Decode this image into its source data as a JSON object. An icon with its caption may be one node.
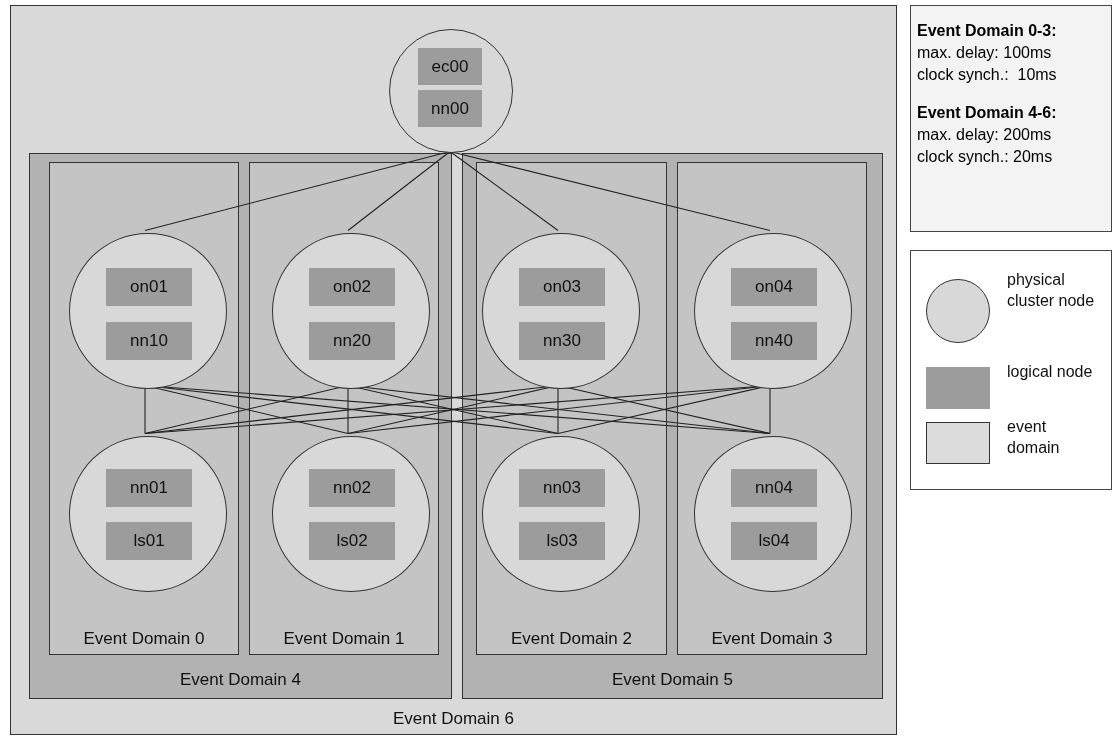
{
  "diagram": {
    "nodes": [
      {
        "text": [
          "Event Domain 6"
        ]
      },
      {
        "text": [],
        "shape": "circle",
        "in": 0
      },
      {
        "text": [
          "ec00"
        ],
        "in": 1
      },
      {
        "text": [
          "nn00"
        ],
        "in": 1
      },
      {
        "text": [
          "Event Domain 4"
        ],
        "in": 0
      },
      {
        "text": [
          "Event Domain 0"
        ],
        "in": 4
      },
      {
        "text": [],
        "shape": "circle",
        "in": 5
      },
      {
        "text": [
          "on01"
        ],
        "in": 6
      },
      {
        "text": [
          "nn10"
        ],
        "in": 6
      },
      {
        "text": [],
        "shape": "circle",
        "in": 5
      },
      {
        "text": [
          "nn01"
        ],
        "in": 9
      },
      {
        "text": [
          "ls01"
        ],
        "in": 9
      },
      {
        "text": [
          "Event Domain 1"
        ],
        "in": 4
      },
      {
        "text": [],
        "shape": "circle",
        "in": 12
      },
      {
        "text": [
          "on02"
        ],
        "in": 13
      },
      {
        "text": [
          "nn20"
        ],
        "in": 13
      },
      {
        "text": [],
        "shape": "circle",
        "in": 12
      },
      {
        "text": [
          "nn02"
        ],
        "in": 16
      },
      {
        "text": [
          "ls02"
        ],
        "in": 16
      },
      {
        "text": [
          "Event Domain 5"
        ],
        "in": 0
      },
      {
        "text": [
          "Event Domain 2"
        ],
        "in": 19
      },
      {
        "text": [],
        "shape": "circle",
        "in": 20
      },
      {
        "text": [
          "on03"
        ],
        "in": 21
      },
      {
        "text": [
          "nn30"
        ],
        "in": 21
      },
      {
        "text": [],
        "shape": "circle",
        "in": 20
      },
      {
        "text": [
          "nn03"
        ],
        "in": 24
      },
      {
        "text": [
          "ls03"
        ],
        "in": 24
      },
      {
        "text": [
          "Event Domain 3"
        ],
        "in": 19
      },
      {
        "text": [],
        "shape": "circle",
        "in": 27
      },
      {
        "text": [
          "on04"
        ],
        "in": 28
      },
      {
        "text": [
          "nn40"
        ],
        "in": 28
      },
      {
        "text": [],
        "shape": "circle",
        "in": 27
      },
      {
        "text": [
          "nn04"
        ],
        "in": 31
      },
      {
        "text": [
          "ls04"
        ],
        "in": 31
      },
      {
        "text": [
          "Event Domain 0-3:",
          "max. delay: 100ms",
          "clock synch.:  10ms",
          "Event Domain 4-6:",
          "max. delay: 200ms",
          "clock synch.: 20ms"
        ]
      }
    ],
    "edges": [
      {
        "from": 1,
        "to": 6,
        "arrow": "none"
      },
      {
        "from": 1,
        "to": 13,
        "arrow": "none"
      },
      {
        "from": 1,
        "to": 21,
        "arrow": "none"
      },
      {
        "from": 1,
        "to": 28,
        "arrow": "none"
      },
      {
        "from": 6,
        "to": 9,
        "arrow": "none"
      },
      {
        "from": 6,
        "to": 16,
        "arrow": "none"
      },
      {
        "from": 6,
        "to": 24,
        "arrow": "none"
      },
      {
        "from": 6,
        "to": 31,
        "arrow": "none"
      },
      {
        "from": 13,
        "to": 9,
        "arrow": "none"
      },
      {
        "from": 13,
        "to": 16,
        "arrow": "none"
      },
      {
        "from": 13,
        "to": 24,
        "arrow": "none"
      },
      {
        "from": 13,
        "to": 31,
        "arrow": "none"
      },
      {
        "from": 21,
        "to": 9,
        "arrow": "none"
      },
      {
        "from": 21,
        "to": 16,
        "arrow": "none"
      },
      {
        "from": 21,
        "to": 24,
        "arrow": "none"
      },
      {
        "from": 21,
        "to": 31,
        "arrow": "none"
      },
      {
        "from": 28,
        "to": 9,
        "arrow": "none"
      },
      {
        "from": 28,
        "to": 16,
        "arrow": "none"
      },
      {
        "from": 28,
        "to": 24,
        "arrow": "none"
      },
      {
        "from": 28,
        "to": 31,
        "arrow": "none"
      }
    ],
    "legend": [
      {
        "text": "physical cluster node"
      },
      {
        "text": "logical node",
        "color": "#9c9c9c"
      },
      {
        "text": "event domain",
        "color": "#dcdcdc"
      }
    ]
  }
}
